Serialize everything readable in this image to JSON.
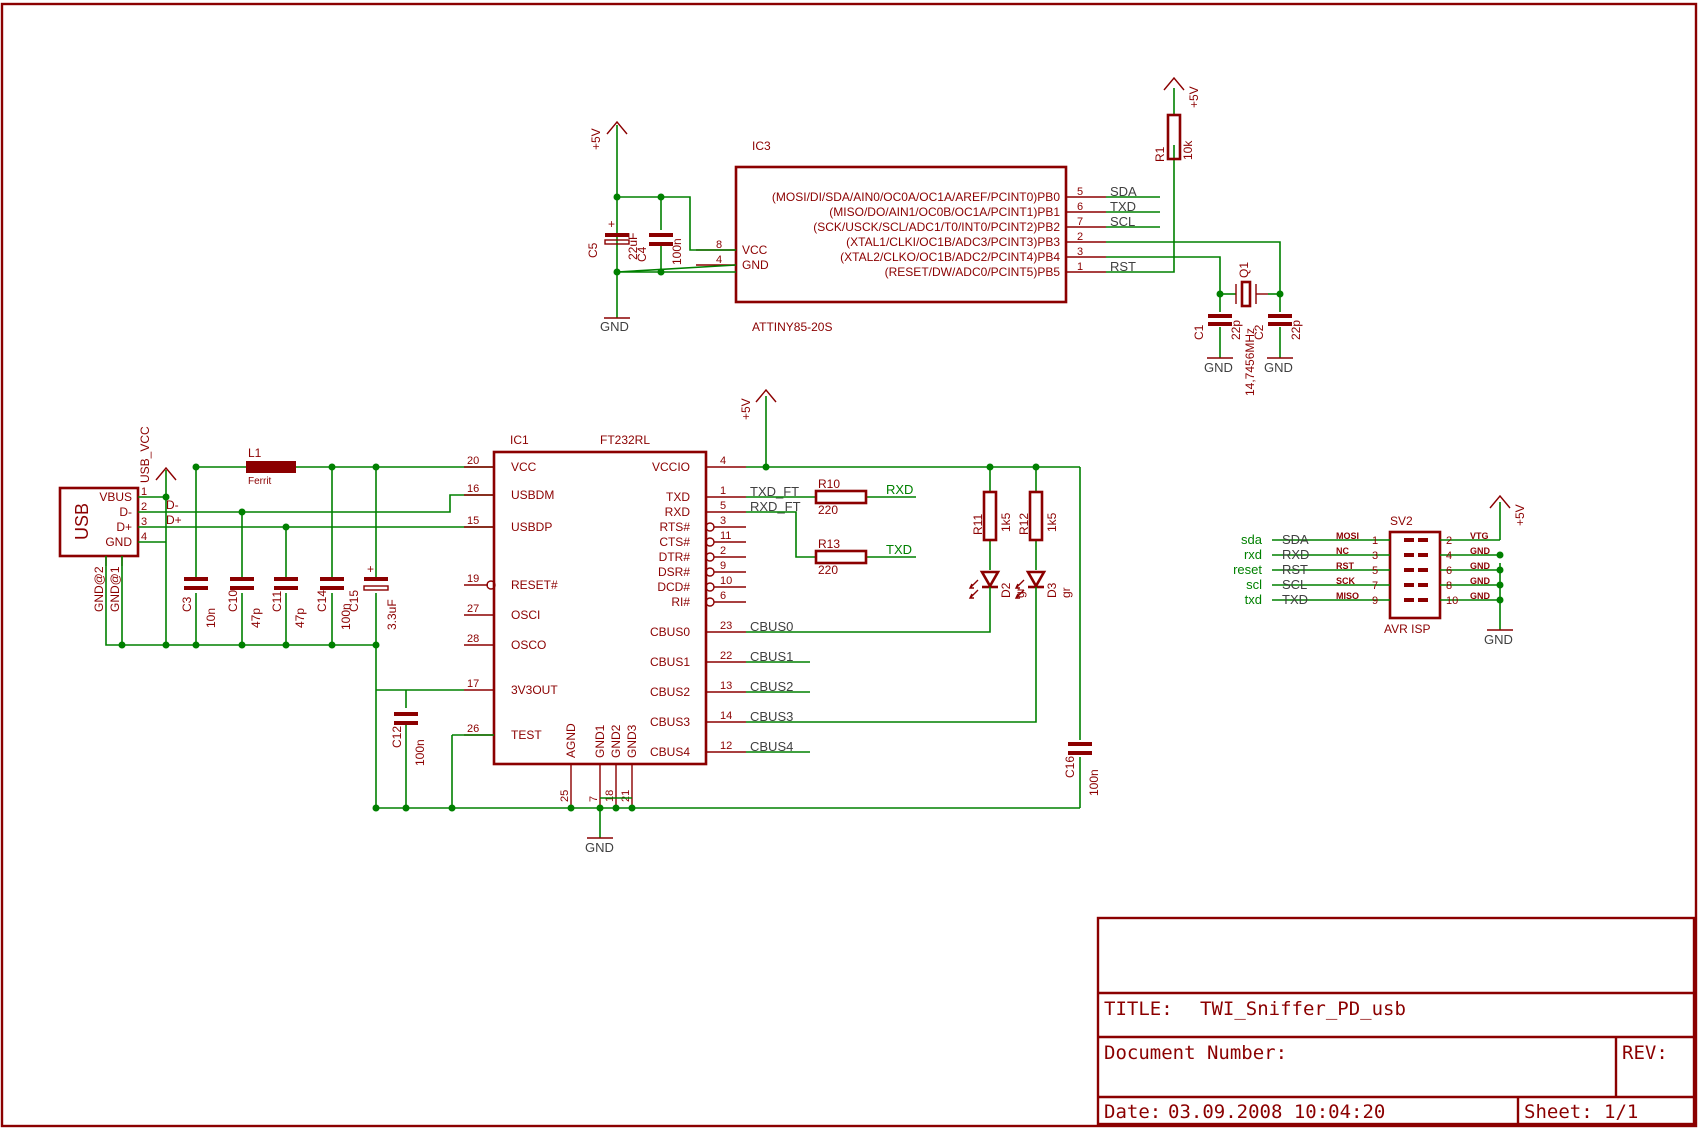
{
  "title_block": {
    "title_label": "TITLE:",
    "title_value": "TWI_Sniffer_PD_usb",
    "docnum_label": "Document Number:",
    "rev_label": "REV:",
    "date_label": "Date:",
    "date_value": "03.09.2008 10:04:20",
    "sheet_label": "Sheet:",
    "sheet_value": "1/1"
  },
  "ic3": {
    "name": "IC3",
    "value": "ATTINY85-20S",
    "left_pins": [
      {
        "num": "8",
        "label": "VCC"
      },
      {
        "num": "4",
        "label": "GND"
      }
    ],
    "right_pins": [
      {
        "num": "5",
        "label": "(MOSI/DI/SDA/AIN0/OC0A/OC1A/AREF/PCINT0)PB0",
        "net": "SDA"
      },
      {
        "num": "6",
        "label": "(MISO/DO/AIN1/OC0B/OC1A/PCINT1)PB1",
        "net": "TXD"
      },
      {
        "num": "7",
        "label": "(SCK/USCK/SCL/ADC1/T0/INT0/PCINT2)PB2",
        "net": "SCL"
      },
      {
        "num": "2",
        "label": "(XTAL1/CLKI/OC1B/ADC3/PCINT3)PB3",
        "net": ""
      },
      {
        "num": "3",
        "label": "(XTAL2/CLKO/OC1B/ADC2/PCINT4)PB4",
        "net": ""
      },
      {
        "num": "1",
        "label": "(RESET/DW/ADC0/PCINT5)PB5",
        "net": "RST"
      }
    ]
  },
  "ic1": {
    "name": "IC1",
    "value": "FT232RL",
    "left_pins": [
      {
        "num": "20",
        "label": "VCC"
      },
      {
        "num": "16",
        "label": "USBDM"
      },
      {
        "num": "15",
        "label": "USBDP"
      },
      {
        "num": "19",
        "label": "RESET#"
      },
      {
        "num": "27",
        "label": "OSCI"
      },
      {
        "num": "28",
        "label": "OSCO"
      },
      {
        "num": "17",
        "label": "3V3OUT"
      },
      {
        "num": "26",
        "label": "TEST"
      }
    ],
    "right_pins": [
      {
        "num": "4",
        "label": "VCCIO",
        "net": ""
      },
      {
        "num": "1",
        "label": "TXD",
        "net": "TXD_FT"
      },
      {
        "num": "5",
        "label": "RXD",
        "net": "RXD_FT"
      },
      {
        "num": "3",
        "label": "RTS#",
        "net": ""
      },
      {
        "num": "11",
        "label": "CTS#",
        "net": ""
      },
      {
        "num": "2",
        "label": "DTR#",
        "net": ""
      },
      {
        "num": "9",
        "label": "DSR#",
        "net": ""
      },
      {
        "num": "10",
        "label": "DCD#",
        "net": ""
      },
      {
        "num": "6",
        "label": "RI#",
        "net": ""
      },
      {
        "num": "23",
        "label": "CBUS0",
        "net": "CBUS0"
      },
      {
        "num": "22",
        "label": "CBUS1",
        "net": "CBUS1"
      },
      {
        "num": "13",
        "label": "CBUS2",
        "net": "CBUS2"
      },
      {
        "num": "14",
        "label": "CBUS3",
        "net": "CBUS3"
      },
      {
        "num": "12",
        "label": "CBUS4",
        "net": "CBUS4"
      }
    ],
    "bottom_pins": [
      {
        "num": "25",
        "label": "AGND"
      },
      {
        "num": "7",
        "label": "GND1"
      },
      {
        "num": "18",
        "label": "GND2"
      },
      {
        "num": "21",
        "label": "GND3"
      }
    ]
  },
  "usb": {
    "name": "USB",
    "pins": [
      "VBUS",
      "D-",
      "D+",
      "GND"
    ],
    "pin_nums": [
      "1",
      "2",
      "3",
      "4"
    ],
    "shield_pins": [
      "GND@2",
      "GND@1"
    ],
    "net_vcc": "USB_VCC",
    "net_dm": "D-",
    "net_dp": "D+"
  },
  "sv2": {
    "name": "SV2",
    "value": "AVR ISP",
    "rows": [
      {
        "ext": "sda",
        "net": "SDA",
        "lpin": "1",
        "lsig": "MOSI",
        "rpin": "2",
        "rsig": "VTG"
      },
      {
        "ext": "rxd",
        "net": "RXD",
        "lpin": "3",
        "lsig": "NC",
        "rpin": "4",
        "rsig": "GND"
      },
      {
        "ext": "reset",
        "net": "RST",
        "lpin": "5",
        "lsig": "RST",
        "rpin": "6",
        "rsig": "GND"
      },
      {
        "ext": "scl",
        "net": "SCL",
        "lpin": "7",
        "lsig": "SCK",
        "rpin": "8",
        "rsig": "GND"
      },
      {
        "ext": "txd",
        "net": "TXD",
        "lpin": "9",
        "lsig": "MISO",
        "rpin": "10",
        "rsig": "GND"
      }
    ]
  },
  "components": {
    "C5": {
      "name": "C5",
      "value": "22uF"
    },
    "C4": {
      "name": "C4",
      "value": "100n"
    },
    "R1": {
      "name": "R1",
      "value": "10k"
    },
    "Q1": {
      "name": "Q1",
      "value": "14,7456MHz"
    },
    "C1": {
      "name": "C1",
      "value": "22p"
    },
    "C2": {
      "name": "C2",
      "value": "22p"
    },
    "L1": {
      "name": "L1",
      "value": "Ferrit"
    },
    "C3": {
      "name": "C3",
      "value": "10n"
    },
    "C10": {
      "name": "C10",
      "value": "47p"
    },
    "C11": {
      "name": "C11",
      "value": "47p"
    },
    "C14": {
      "name": "C14",
      "value": "100n"
    },
    "C15": {
      "name": "C15",
      "value": "3.3uF"
    },
    "C12": {
      "name": "C12",
      "value": "100n"
    },
    "C16": {
      "name": "C16",
      "value": "100n"
    },
    "R10": {
      "name": "R10",
      "value": "220"
    },
    "R13": {
      "name": "R13",
      "value": "220"
    },
    "R11": {
      "name": "R11",
      "value": "1k5"
    },
    "R12": {
      "name": "R12",
      "value": "1k5"
    },
    "D2": {
      "name": "D2",
      "value": "gr"
    },
    "D3": {
      "name": "D3",
      "value": "gr"
    }
  },
  "nets": {
    "plus5v": "+5V",
    "gnd": "GND",
    "rxd": "RXD",
    "txd": "TXD"
  }
}
